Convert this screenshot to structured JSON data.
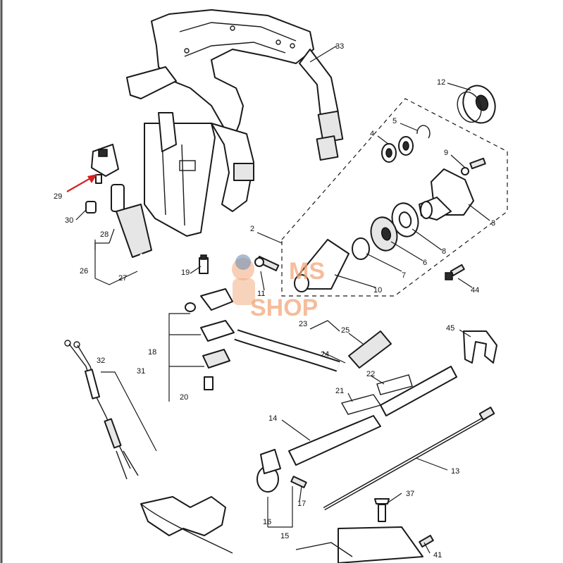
{
  "watermark": {
    "line1": "MS",
    "line2": "SHOP"
  },
  "accent_arrow_color": "#d42020",
  "callouts": [
    "33",
    "12",
    "5",
    "4",
    "9",
    "2",
    "3",
    "8",
    "6",
    "7",
    "10",
    "44",
    "11",
    "19",
    "29",
    "30",
    "28",
    "26",
    "27",
    "18",
    "20",
    "23",
    "25",
    "24",
    "45",
    "32",
    "31",
    "22",
    "21",
    "14",
    "13",
    "37",
    "17",
    "16",
    "15",
    "41"
  ]
}
